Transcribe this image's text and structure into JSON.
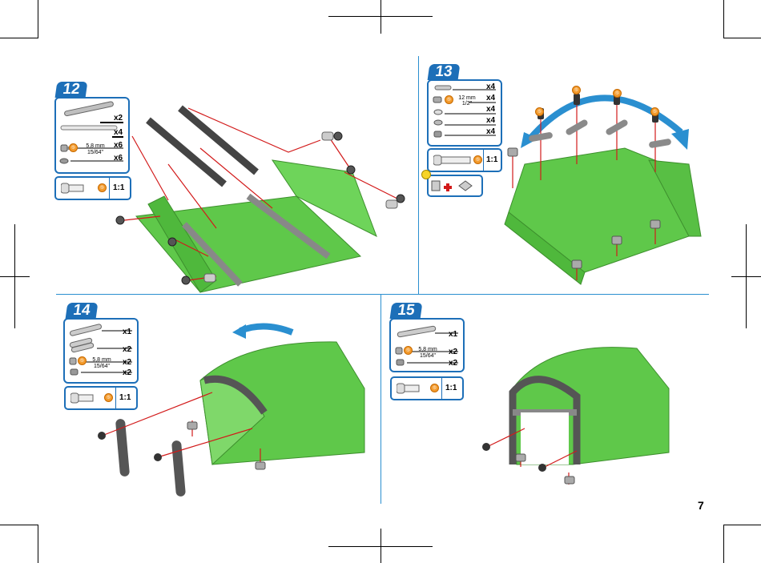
{
  "page_number": "7",
  "steps": [
    {
      "number": "12",
      "parts": [
        {
          "icon": "long-strip-icon",
          "qty": "x2"
        },
        {
          "icon": "long-strip-icon",
          "qty": "x4"
        },
        {
          "icon": "screw-icon",
          "size_mm": "5,8 mm",
          "size_in": "15/64\"",
          "qty": "x6"
        },
        {
          "icon": "nut-icon",
          "qty": "x6"
        }
      ],
      "ratio": "1:1"
    },
    {
      "number": "13",
      "parts": [
        {
          "icon": "short-strip-icon",
          "qty": "x4"
        },
        {
          "icon": "screw-icon",
          "size_mm": "12 mm",
          "size_in": "1/2\"",
          "qty": "x4"
        },
        {
          "icon": "washer-icon",
          "qty": "x4"
        },
        {
          "icon": "washer-icon",
          "qty": "x4"
        },
        {
          "icon": "nut-icon",
          "qty": "x4"
        }
      ],
      "ratio": "1:1"
    },
    {
      "number": "14",
      "parts": [
        {
          "icon": "strip-icon",
          "qty": "x1"
        },
        {
          "icon": "strip-icon",
          "qty": "x2"
        },
        {
          "icon": "screw-icon",
          "size_mm": "5,8 mm",
          "size_in": "15/64\"",
          "qty": "x2"
        },
        {
          "icon": "nut-icon",
          "qty": "x2"
        }
      ],
      "ratio": "1:1"
    },
    {
      "number": "15",
      "parts": [
        {
          "icon": "strip-icon",
          "qty": "x1"
        },
        {
          "icon": "screw-icon",
          "size_mm": "5,8 mm",
          "size_in": "15/64\"",
          "qty": "x2"
        },
        {
          "icon": "nut-icon",
          "qty": "x2"
        }
      ],
      "ratio": "1:1"
    }
  ],
  "colors": {
    "accent": "#1d6fb8",
    "panel": "#5fc84a",
    "wire": "#d21a1a",
    "steel": "#5a5a5a"
  }
}
